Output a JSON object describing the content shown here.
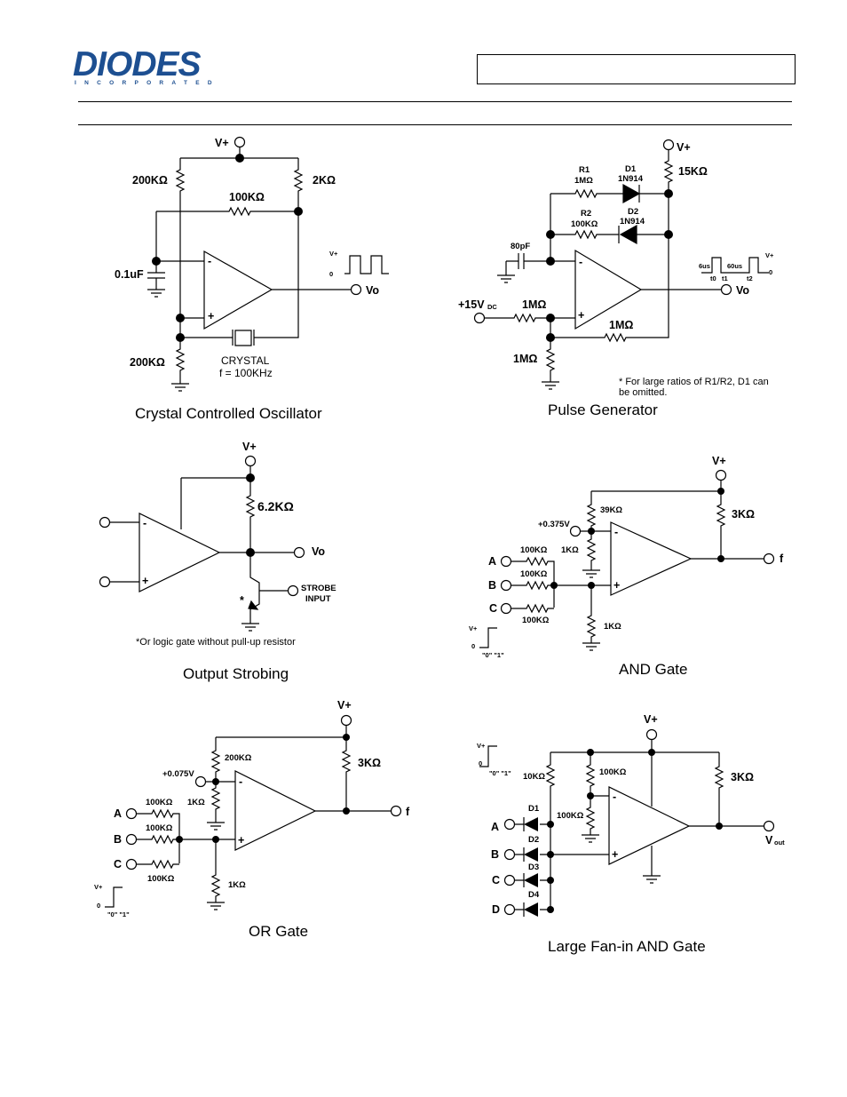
{
  "header": {
    "logo_text": "DIODES",
    "logo_sub": "INCORPORATED",
    "brand_color": "#1d4f91"
  },
  "crystal": {
    "caption": "Crystal Controlled Oscillator",
    "vplus": "V+",
    "r1": "200KΩ",
    "r2": "2KΩ",
    "r3": "100KΩ",
    "cap": "0.1uF",
    "r4": "200KΩ",
    "crystal": "CRYSTAL",
    "freq": "f = 100KHz",
    "out": "Vo",
    "wave_vplus": "V+",
    "wave_zero": "0",
    "minus": "-",
    "plus": "+"
  },
  "pulse": {
    "caption": "Pulse Generator",
    "vplus": "V+",
    "r15k": "15KΩ",
    "r1_name": "R1",
    "r1_val": "1MΩ",
    "d1_name": "D1",
    "d1_val": "1N914",
    "r2_name": "R2",
    "r2_val": "100KΩ",
    "d2_name": "D2",
    "d2_val": "1N914",
    "cap": "80pF",
    "vin": "+15V",
    "vin_sub": "DC",
    "rin": "1MΩ",
    "rfb": "1MΩ",
    "rgnd": "1MΩ",
    "out": "Vo",
    "t1": "6us",
    "t2": "60us",
    "t0": "t0",
    "tt1": "t1",
    "tt2": "t2",
    "wave_vplus": "V+",
    "wave_zero": "0",
    "note1": "* For large ratios of R1/R2, D1 can",
    "note2": "be omitted."
  },
  "strobe": {
    "caption": "Output Strobing",
    "vplus": "V+",
    "r": "6.2KΩ",
    "out": "Vo",
    "strobe1": "STROBE",
    "strobe2": "INPUT",
    "star": "*",
    "note": "*Or logic gate without pull-up resistor"
  },
  "and_gate": {
    "caption": "AND Gate",
    "vplus": "V+",
    "r39k": "39KΩ",
    "vref": "+0.375V",
    "r1k_top": "1KΩ",
    "ra": "100KΩ",
    "rb": "100KΩ",
    "rc": "100KΩ",
    "r1k_bot": "1KΩ",
    "r3k": "3KΩ",
    "out": "f",
    "a": "A",
    "b": "B",
    "c": "C",
    "lv_vplus": "V+",
    "lv_zero": "0",
    "lv_levels": "\"0\"  \"1\""
  },
  "or_gate": {
    "caption": "OR Gate",
    "vplus": "V+",
    "r200k": "200KΩ",
    "vref": "+0.075V",
    "r1k_top": "1KΩ",
    "ra": "100KΩ",
    "rb": "100KΩ",
    "rc": "100KΩ",
    "r1k_bot": "1KΩ",
    "r3k": "3KΩ",
    "out": "f",
    "a": "A",
    "b": "B",
    "c": "C",
    "lv_vplus": "V+",
    "lv_zero": "0",
    "lv_levels": "\"0\"  \"1\""
  },
  "fanin": {
    "caption": "Large Fan-in AND Gate",
    "vplus": "V+",
    "r10k": "10KΩ",
    "r100k_top": "100KΩ",
    "r100k_bot": "100KΩ",
    "r3k": "3KΩ",
    "d1": "D1",
    "d2": "D2",
    "d3": "D3",
    "d4": "D4",
    "a": "A",
    "b": "B",
    "c": "C",
    "d": "D",
    "out": "V",
    "out_sub": "out",
    "lv_vplus": "V+",
    "lv_zero": "0",
    "lv_levels": "\"0\"  \"1\""
  }
}
